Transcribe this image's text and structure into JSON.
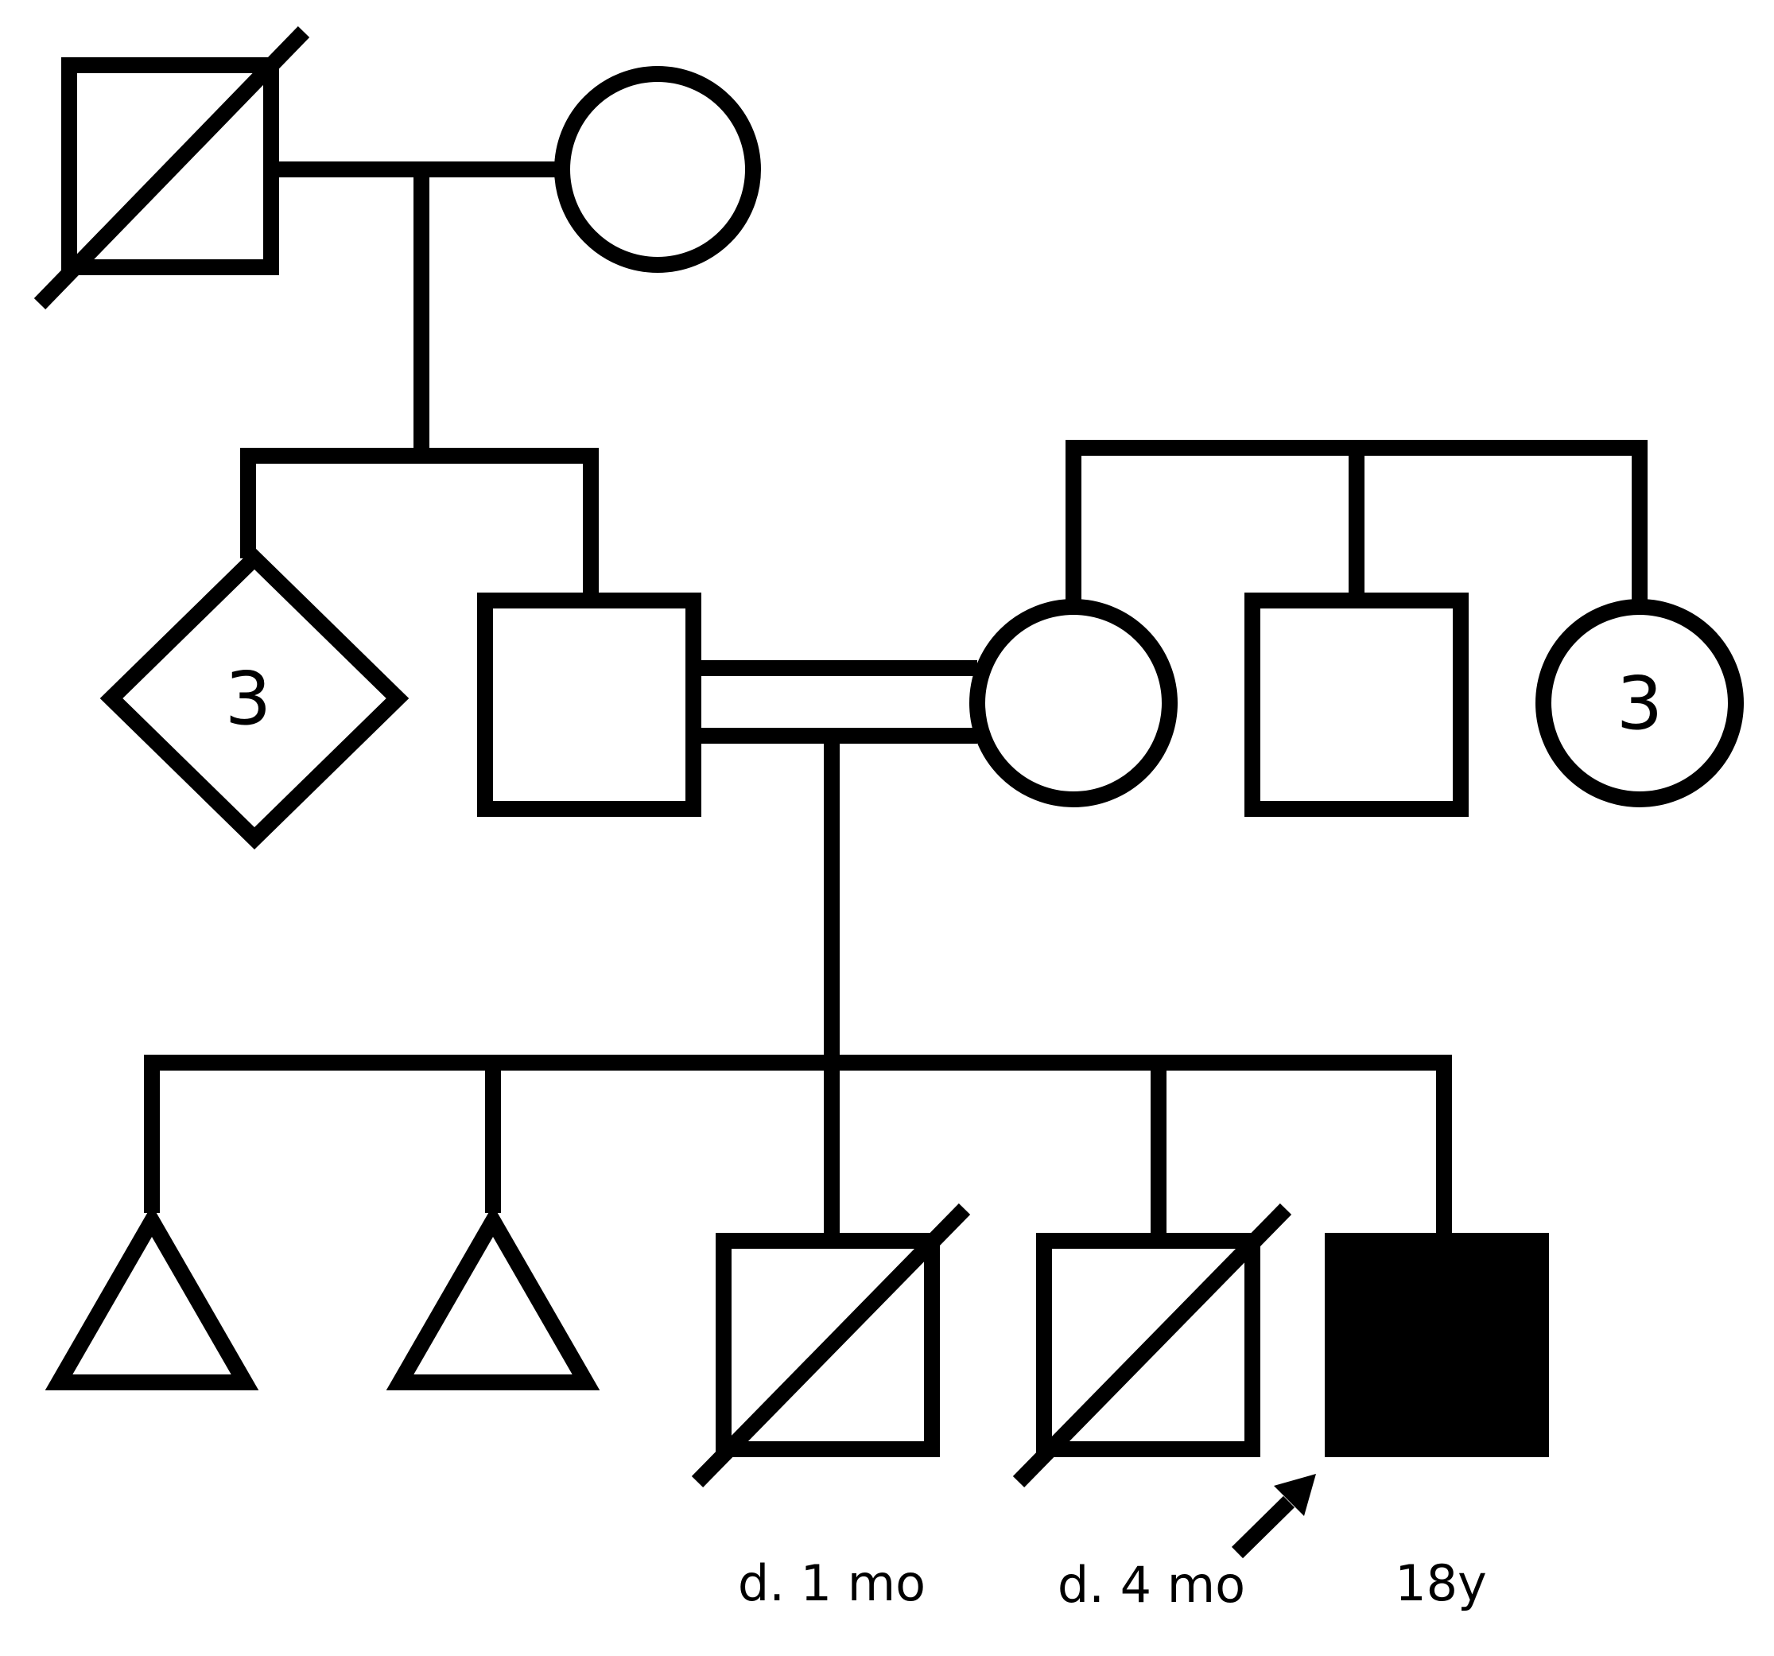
{
  "pedigree": {
    "gen2_sibship_count": "3",
    "gen2_sisters_count": "3",
    "child3_note": "d. 1 mo",
    "child4_note": "d. 4 mo",
    "proband_note": "18y"
  },
  "legend_semantics": {
    "deceased": [
      "grandfather",
      "child-3",
      "child-4"
    ],
    "affected": [
      "proband"
    ],
    "consanguineous_union": true,
    "proband_marker": "arrow"
  },
  "colors": {
    "line": "#000000",
    "fill": "#ffffff",
    "affected": "#000000"
  }
}
